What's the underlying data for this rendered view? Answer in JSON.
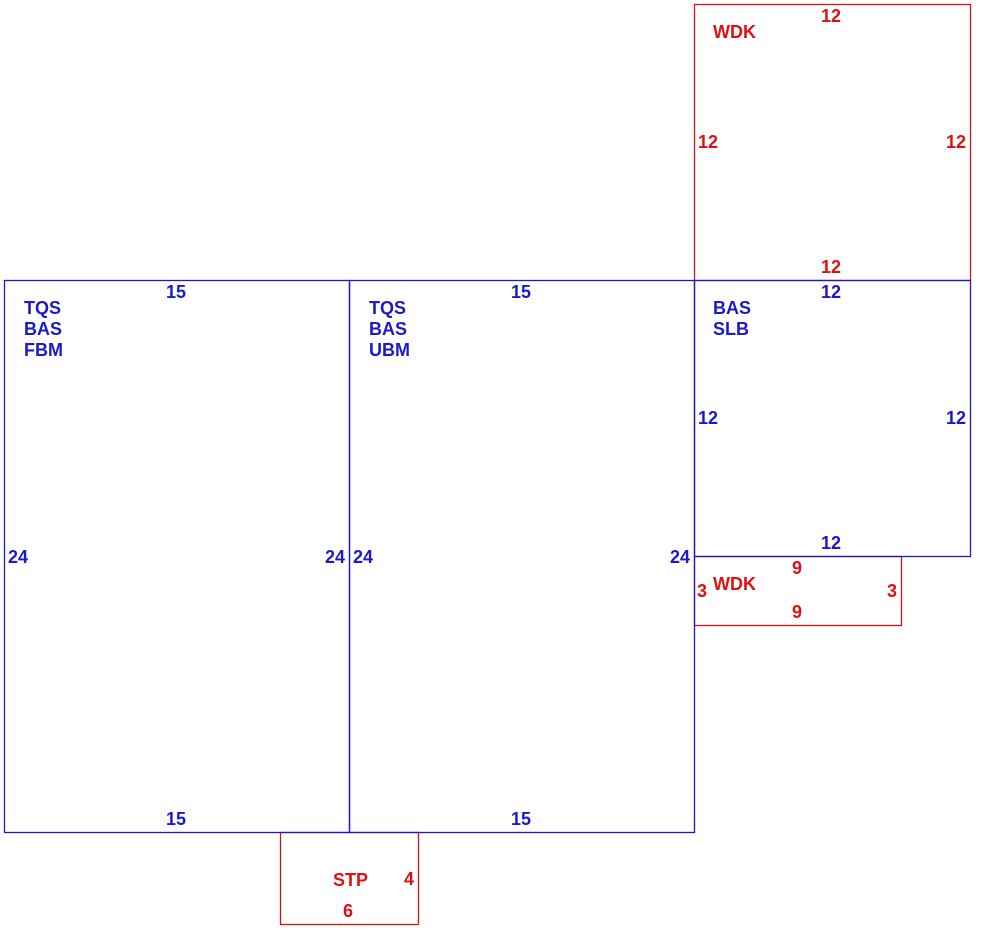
{
  "colors": {
    "living_area": "#1a1acc",
    "exterior": "#dd1111"
  },
  "areas": {
    "left_room": {
      "codes": [
        "TQS",
        "BAS",
        "FBM"
      ],
      "top": "15",
      "bottom": "15",
      "left": "24",
      "right": "24"
    },
    "middle_room": {
      "codes": [
        "TQS",
        "BAS",
        "UBM"
      ],
      "top": "15",
      "bottom": "15",
      "left": "24",
      "right": "24"
    },
    "right_room": {
      "codes": [
        "BAS",
        "SLB"
      ],
      "top": "12",
      "bottom": "12",
      "left": "12",
      "right": "12"
    },
    "upper_deck": {
      "code": "WDK",
      "top": "12",
      "bottom": "12",
      "left": "12",
      "right": "12"
    },
    "lower_deck": {
      "code": "WDK",
      "top": "9",
      "bottom": "9",
      "left": "3",
      "right": "3"
    },
    "stoop": {
      "code": "STP",
      "bottom": "6",
      "right": "4"
    }
  }
}
